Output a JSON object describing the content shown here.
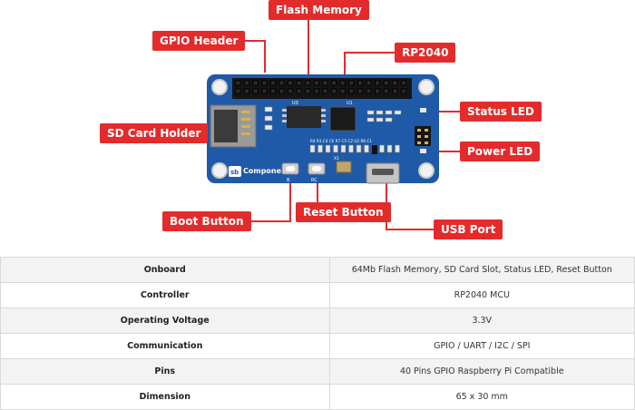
{
  "diagram": {
    "callouts": {
      "flash_memory": "Flash Memory",
      "gpio_header": "GPIO Header",
      "rp2040": "RP2040",
      "status_led": "Status LED",
      "sd_card_holder": "SD Card Holder",
      "power_led": "Power LED",
      "boot_button": "Boot Button",
      "reset_button": "Reset Button",
      "usb_port": "USB Port"
    },
    "board": {
      "logo_text": "Components",
      "logo_mark": "sb",
      "silkscreen": {
        "u3": "U3",
        "u1": "U1",
        "r_row": "R4 R3 C4 C6 R7 C5 C2 U2 R6 C1",
        "x1": "X1",
        "b": "B",
        "rc": "RC"
      }
    },
    "colors": {
      "board": "#1f5aa8",
      "callout": "#e32b2b",
      "pin": "#111111"
    }
  },
  "specs": {
    "rows": [
      {
        "label": "Onboard",
        "value": "64Mb Flash Memory, SD Card Slot, Status LED, Reset Button"
      },
      {
        "label": "Controller",
        "value": "RP2040 MCU"
      },
      {
        "label": "Operating Voltage",
        "value": "3.3V"
      },
      {
        "label": "Communication",
        "value": "GPIO / UART / I2C / SPI"
      },
      {
        "label": "Pins",
        "value": "40 Pins GPIO  Raspberry Pi Compatible"
      },
      {
        "label": "Dimension",
        "value": "65 x 30 mm"
      }
    ]
  }
}
